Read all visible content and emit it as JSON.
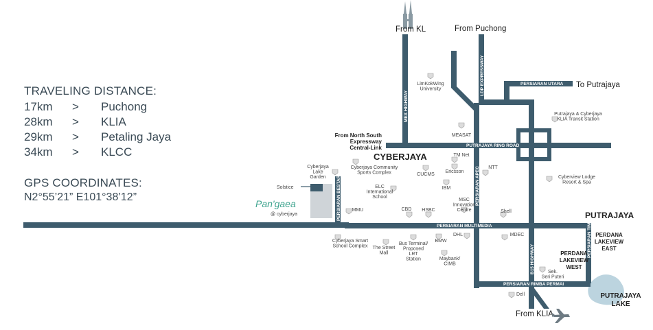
{
  "info": {
    "traveling_title": "TRAVELING DISTANCE:",
    "distances": [
      {
        "km": "17km",
        "sep": ">",
        "place": "Puchong"
      },
      {
        "km": "28km",
        "sep": ">",
        "place": "KLIA"
      },
      {
        "km": "29km",
        "sep": ">",
        "place": "Petaling Jaya"
      },
      {
        "km": "34km",
        "sep": ">",
        "place": "KLCC"
      }
    ],
    "gps_title": "GPS COORDINATES:",
    "gps_value": "N2°55’21” E101°38’12”"
  },
  "directions": {
    "from_kl": "From KL",
    "from_puchong": "From Puchong",
    "to_putrajaya": "To Putrajaya",
    "from_klia": "From KLIA",
    "from_north_south": [
      "From North South",
      "Expressway",
      "Central-Link"
    ]
  },
  "roads": {
    "mex_highway": "MEX HIGHWAY",
    "ldp_expressway": "LDP EXPRESSWAY",
    "persiaran_utara": "PERSIARAN UTARA",
    "putrajaya_ring_road": "PUTRAJAYA RING ROAD",
    "persiaran_apec": "PERSIARAN APEC",
    "persiaran_bestari": "PERSIARAN BESTARI",
    "persiaran_multimedia": "PERSIARAN MULTIMEDIA",
    "persiaran_timur": "PERSIARAN TIMUR",
    "persiaran_rimba_permai": "PERSIARAN RIMBA PERMAI",
    "b15_highway": "B15 HIGHWAY"
  },
  "areas": {
    "cyberjaya": "CYBERJAYA",
    "putrajaya": "PUTRAJAYA",
    "perdana_lakeview_east": [
      "PERDANA",
      "LAKEVIEW",
      "EAST"
    ],
    "perdana_lakeview_west": [
      "PERDANA",
      "LAKEVIEW",
      "WEST"
    ],
    "putrajaya_lake": [
      "PUTRAJAYA",
      "LAKE"
    ]
  },
  "project": {
    "solstice": "Solstice",
    "brand": "Pan'gaea",
    "brand_sub": "@ cyberjaya"
  },
  "landmarks": {
    "limkokwing": [
      "LimKokWing",
      "University"
    ],
    "measat": [
      "MEASAT"
    ],
    "putrajaya_transit": [
      "Putrajaya & Cyberjaya",
      "KLIA Transit Station"
    ],
    "tm_net": [
      "TM Net"
    ],
    "ericsson": [
      "Ericsson"
    ],
    "ntt": [
      "NTT"
    ],
    "cucms": [
      "CUCMS"
    ],
    "ibm": [
      "IBM"
    ],
    "lake_garden": [
      "Cyberjaya",
      "Lake",
      "Garden"
    ],
    "community": [
      "Cyberjaya Community",
      "Sports Complex"
    ],
    "elc": [
      "ELC",
      "International",
      "School"
    ],
    "cyberview_lodge": [
      "Cyberview Lodge",
      "Resort & Spa"
    ],
    "mmu": [
      "MMU"
    ],
    "cbd": [
      "CBD"
    ],
    "hsbc": [
      "HSBC"
    ],
    "msc": [
      "MSC",
      "Innovation",
      "Centre"
    ],
    "shell": [
      "Shell"
    ],
    "smart_school": [
      "Cyberjaya Smart",
      "School Complex"
    ],
    "street_mall": [
      "The Street",
      "Mall"
    ],
    "bus_terminal": [
      "Bus Terminal/",
      "Proposed",
      "LRT",
      "Station"
    ],
    "bmw": [
      "BMW"
    ],
    "dhl": [
      "DHL"
    ],
    "mdec": [
      "MDEC"
    ],
    "maybank": [
      "Maybank/",
      "CIMB"
    ],
    "sek_seri_puteri": [
      "Sek.",
      "Seri Puteri"
    ],
    "dell": [
      "Dell"
    ]
  },
  "colors": {
    "road": "#3e5c6d",
    "lake": "#bcd4df",
    "project_block": "#cfd4d8",
    "brand": "#3fa48f",
    "text": "#3a4a55"
  }
}
